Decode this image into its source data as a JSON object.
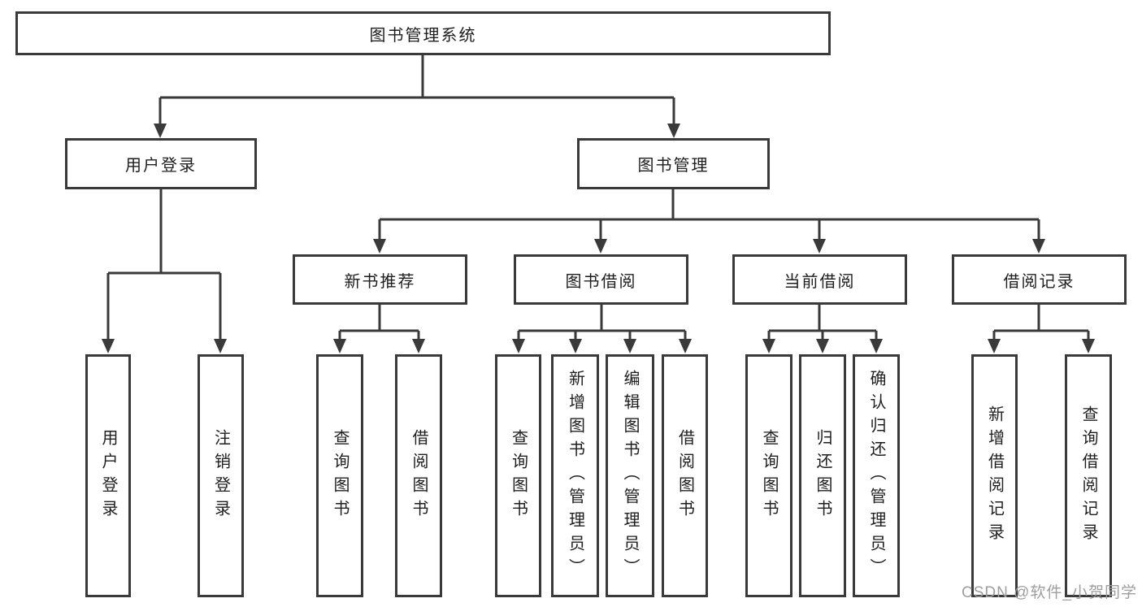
{
  "diagram_title": "图书管理系统",
  "colors": {
    "line": "#3a3a3a",
    "box_border": "#3a3a3a",
    "box_fill": "#ffffff",
    "text": "#1e1e1e",
    "watermark": "#9e9e9e"
  },
  "watermark": {
    "text": "CSDN @软件_小贺同学"
  },
  "tree": {
    "label": "图书管理系统",
    "children": [
      {
        "label": "用户登录",
        "children": [
          {
            "label": "用户登录"
          },
          {
            "label": "注销登录"
          }
        ]
      },
      {
        "label": "图书管理",
        "children": [
          {
            "label": "新书推荐",
            "children": [
              {
                "label": "查询图书"
              },
              {
                "label": "借阅图书"
              }
            ]
          },
          {
            "label": "图书借阅",
            "children": [
              {
                "label": "查询图书"
              },
              {
                "label": "新增图书（管理员）"
              },
              {
                "label": "编辑图书（管理员）"
              },
              {
                "label": "借阅图书"
              }
            ]
          },
          {
            "label": "当前借阅",
            "children": [
              {
                "label": "查询图书"
              },
              {
                "label": "归还图书"
              },
              {
                "label": "确认归还（管理员）"
              }
            ]
          },
          {
            "label": "借阅记录",
            "children": [
              {
                "label": "新增借阅记录"
              },
              {
                "label": "查询借阅记录"
              }
            ]
          }
        ]
      }
    ]
  }
}
